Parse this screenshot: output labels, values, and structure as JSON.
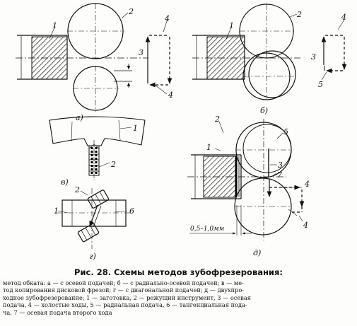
{
  "labels": {
    "a": {
      "n1": "1",
      "n2": "2",
      "n3": "3",
      "n4a": "4",
      "n4b": "4",
      "sub": "а)"
    },
    "b": {
      "n1": "1",
      "n2": "2",
      "n3": "3",
      "n4": "4",
      "n5": "5",
      "sub": "б)"
    },
    "v": {
      "n1": "1",
      "n2": "2",
      "sub": "в)"
    },
    "g": {
      "n1": "1",
      "n2": "2",
      "n6": "6",
      "sub": "г)"
    },
    "d": {
      "n1": "1",
      "n2": "2",
      "n3": "3",
      "n4a": "4",
      "n4b": "4",
      "n5": "5",
      "n7": "7",
      "dim": "0,5–1,0мм",
      "sub": "д)"
    }
  },
  "caption": {
    "title": "Рис. 28. Схемы методов зубофрезерования:",
    "lines": [
      "метод обката: а — с осевой подачей; б — с радиально-осевой подачей; в — ме-",
      "тод копирования дисковой фрезой; г — с диагональной подачей; д — двухпро-",
      "ходное зубофрезерование; 1 — заготовка, 2 — режущий инструмент, 3 — осевая",
      "подача, 4 — холостые ходы, 5 — радиальная подача, 6 — тангенциальная пода-",
      "ча, 7 — осевая подача второго хода"
    ]
  }
}
